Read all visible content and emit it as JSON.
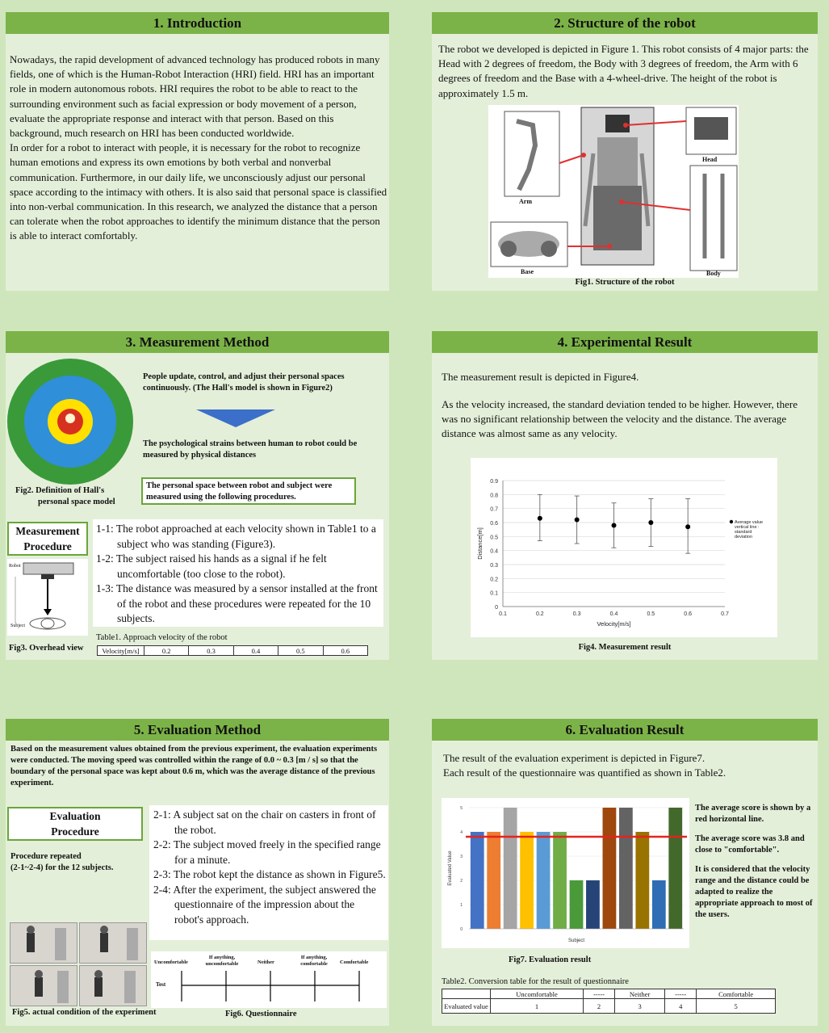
{
  "s1": {
    "title": "1. Introduction",
    "p1": "Nowadays, the rapid development of advanced technology has produced robots in many fields, one of which is the Human-Robot Interaction (HRI) field. HRI has an important role in modern autonomous robots. HRI requires the robot to be able to react to the surrounding environment such as facial expression or body movement of a person, evaluate the appropriate response and interact with that person. Based on this background, much research on HRI has been conducted worldwide.",
    "p2": "In order for a robot to interact with people, it is necessary for the robot to recognize human emotions and express its own emotions by both verbal and nonverbal communication. Furthermore, in our daily life, we unconsciously adjust our personal space according to the intimacy with others. It is also said that personal space is classified into non-verbal communication. In this research, we analyzed the distance that a person can tolerate when the robot approaches to identify the minimum distance that the person is able to interact comfortably."
  },
  "s2": {
    "title": "2. Structure of the robot",
    "text": "The robot we developed is depicted in Figure 1. This robot consists of 4 major parts: the Head with 2 degrees of freedom, the Body with 3 degrees of freedom, the Arm with 6 degrees of freedom and the Base with a 4-wheel-drive. The height of the robot is approximately 1.5 m.",
    "labels": {
      "arm": "Arm",
      "head": "Head",
      "base": "Base",
      "body": "Body"
    },
    "caption": "Fig1. Structure of the robot"
  },
  "s3": {
    "title": "3. Measurement Method",
    "t1": "People update, control, and adjust their personal spaces continuously. (The Hall's model is shown in Figure2)",
    "t2": "The psychological strains between human to robot could be measured by physical distances",
    "t3": "The personal space between robot and subject were measured using the following procedures.",
    "fig2_caption_1": "Fig2. Definition of Hall's",
    "fig2_caption_2": "personal space model",
    "proc_label_1": "Measurement",
    "proc_label_2": "Procedure",
    "steps": [
      "1-1: The robot approached at each velocity shown in Table1 to a subject who was standing (Figure3).",
      "1-2: The subject raised his hands as a signal if he felt uncomfortable (too close to the robot).",
      "1-3: The distance was measured by a sensor installed at the front of the robot and these procedures were repeated for the 10 subjects."
    ],
    "fig3_robot": "Robot",
    "fig3_subject": "Subject",
    "fig3_caption": "Fig3. Overhead view",
    "table1_title": "Table1. Approach velocity of the robot",
    "table1_header": "Velocity[m/s]",
    "table1_values": [
      "0.2",
      "0.3",
      "0.4",
      "0.5",
      "0.6"
    ]
  },
  "s4": {
    "title": "4. Experimental  Result",
    "t1": "The measurement result is depicted in Figure4.",
    "t2": "As the velocity increased, the standard deviation tended to be higher. However, there was no significant relationship between the velocity and the distance. The average distance was almost same as any velocity.",
    "legend": "Average value vertical line : standard deviation",
    "caption": "Fig4. Measurement result"
  },
  "s5": {
    "title": "5. Evaluation Method",
    "intro": "Based on the measurement values obtained from the previous experiment, the evaluation experiments were conducted. The moving speed was controlled within the range of 0.0 ~ 0.3 [m / s] so that the boundary of the personal space was kept about 0.6 m, which was the average distance of the previous experiment.",
    "proc_label_1": "Evaluation",
    "proc_label_2": "Procedure",
    "repeat_note_1": "Procedure repeated",
    "repeat_note_2": "(2-1~2-4) for the 12 subjects.",
    "steps": [
      "2-1: A subject sat on the chair on casters in front of the robot.",
      "2-2: The subject moved freely in the specified range for a minute.",
      "2-3: The robot kept the distance as shown in Figure5.",
      "2-4: After the experiment, the subject answered the questionnaire of the impression about the robot's approach."
    ],
    "fig5_caption": "Fig5. actual condition of the experiment",
    "fig6_caption": "Fig6. Questionnaire",
    "q_labels": [
      "Uncomfortable",
      "If anything, uncomfortable",
      "Neither",
      "If anything, comfortable",
      "Comfortable"
    ],
    "q_row": "Test"
  },
  "s6": {
    "title": "6. Evaluation  Result",
    "t1": "The result of the evaluation experiment is depicted in Figure7.",
    "t2": "Each result of the questionnaire was quantified as shown in Table2.",
    "side1": "The average score is shown by a red horizontal line.",
    "side2": "The average score was 3.8 and close to \"comfortable\".",
    "side3": "It is considered that the velocity range and the distance could be adapted to realize the appropriate approach to most of the users.",
    "caption": "Fig7. Evaluation result",
    "table2_title": "Table2. Conversion table for the result of questionnaire",
    "table2_head": [
      "Uncomfortable",
      "-----",
      "Neither",
      "-----",
      "Comfortable"
    ],
    "table2_rowlabel": "Evaluated value",
    "table2_vals": [
      "1",
      "2",
      "3",
      "4",
      "5"
    ]
  },
  "chart_data": [
    {
      "type": "scatter",
      "title": "",
      "xlabel": "Velocity[m/s]",
      "ylabel": "Distance[m]",
      "xlim": [
        0.1,
        0.7
      ],
      "ylim": [
        0,
        0.9
      ],
      "xticks": [
        "0.1",
        "0.2",
        "0.3",
        "0.4",
        "0.5",
        "0.6",
        "0.7"
      ],
      "yticks": [
        "0",
        "0.1",
        "0.2",
        "0.3",
        "0.4",
        "0.5",
        "0.6",
        "0.7",
        "0.8",
        "0.9"
      ],
      "grid": true,
      "x": [
        0.2,
        0.3,
        0.4,
        0.5,
        0.6
      ],
      "mean": [
        0.63,
        0.62,
        0.58,
        0.6,
        0.57
      ],
      "err_low": [
        0.47,
        0.45,
        0.42,
        0.43,
        0.38
      ],
      "err_high": [
        0.8,
        0.79,
        0.74,
        0.77,
        0.77
      ]
    },
    {
      "type": "bar",
      "title": "",
      "xlabel": "Subject",
      "ylabel": "Evaluated Value",
      "ylim": [
        0,
        5
      ],
      "yticks": [
        "0",
        "1",
        "2",
        "3",
        "4",
        "5"
      ],
      "values": [
        4,
        4,
        5,
        4,
        4,
        4,
        2,
        2,
        5,
        5,
        4,
        2,
        5
      ],
      "colors": [
        "#4472c4",
        "#ed7d31",
        "#a5a5a5",
        "#ffc000",
        "#5b9bd5",
        "#70ad47",
        "#4a9a3a",
        "#264478",
        "#9e480e",
        "#636363",
        "#997300",
        "#2f6db5",
        "#43682b"
      ],
      "average": 3.8
    }
  ]
}
